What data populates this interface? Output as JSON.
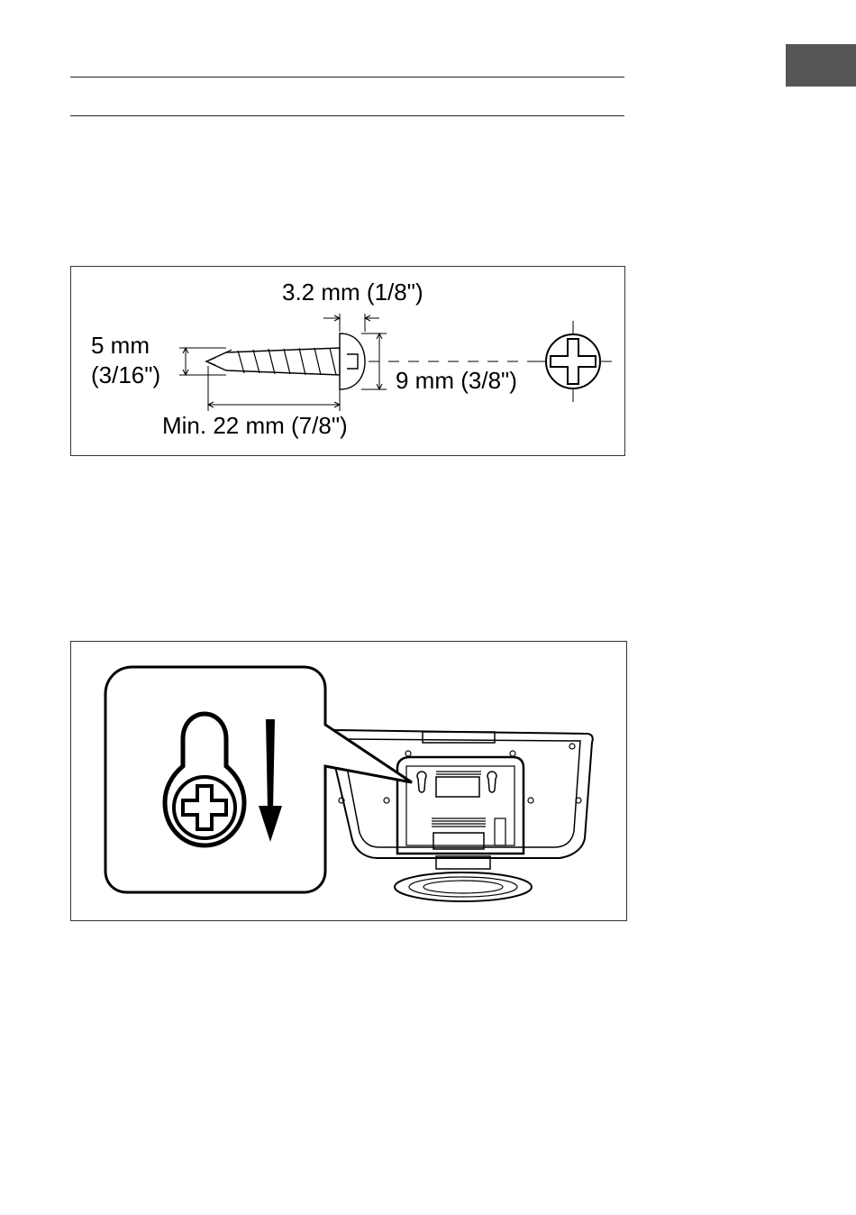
{
  "figure1": {
    "head_width_label": "3.2 mm (1/8\")",
    "shaft_diameter_label_line1": "5 mm",
    "shaft_diameter_label_line2": "(3/16\")",
    "head_diameter_label": "9 mm (3/8\")",
    "length_label": "Min. 22 mm (7/8\")"
  },
  "colors": {
    "tab": "#555555",
    "line": "#222222"
  }
}
